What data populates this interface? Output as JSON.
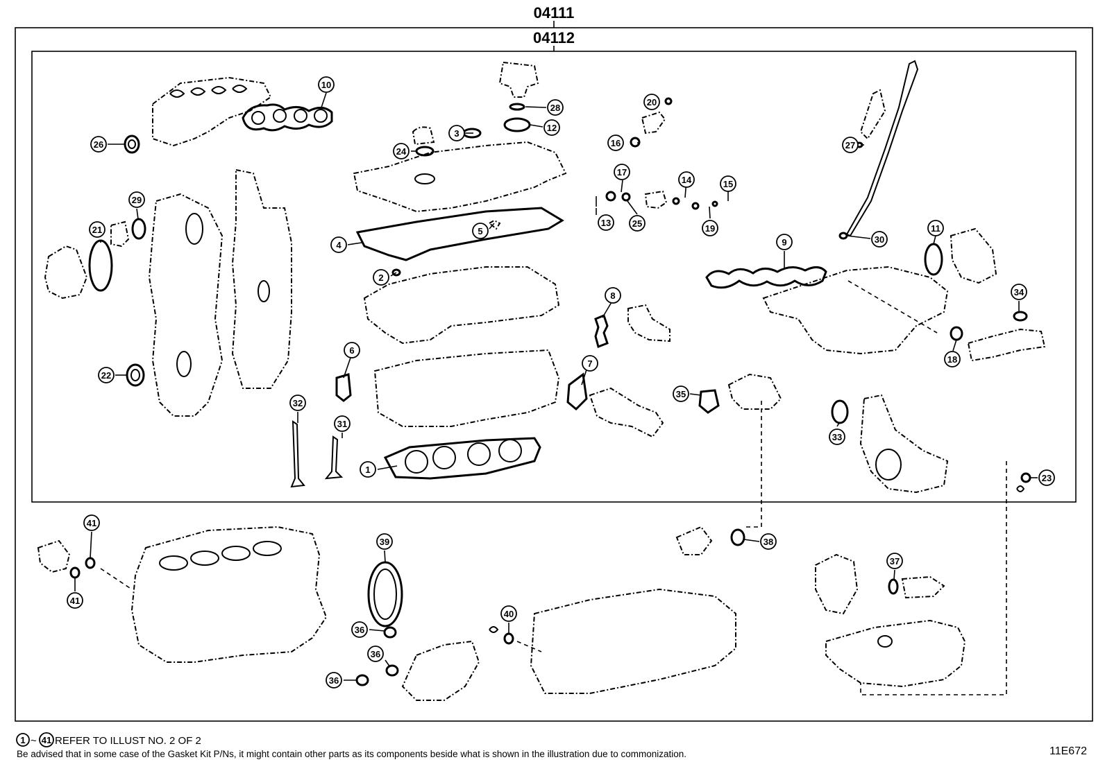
{
  "diagram": {
    "kit_number_outer": "04111",
    "kit_number_inner": "04112",
    "footer_range_start": "1",
    "footer_range_end": "41",
    "footer_tilde": "~",
    "footer_reference": "REFER TO ILLUST NO. 2 OF 2",
    "footer_note": "Be advised that in some case of the Gasket Kit P/Ns,  it might contain other parts as its components beside what is shown in the illustration due to commonization.",
    "illustration_code": "11E672"
  },
  "callouts": [
    {
      "id": "c1",
      "label": "1"
    },
    {
      "id": "c2",
      "label": "2"
    },
    {
      "id": "c3",
      "label": "3"
    },
    {
      "id": "c4",
      "label": "4"
    },
    {
      "id": "c5",
      "label": "5"
    },
    {
      "id": "c6",
      "label": "6"
    },
    {
      "id": "c7",
      "label": "7"
    },
    {
      "id": "c8",
      "label": "8"
    },
    {
      "id": "c9",
      "label": "9"
    },
    {
      "id": "c10",
      "label": "10"
    },
    {
      "id": "c11",
      "label": "11"
    },
    {
      "id": "c12",
      "label": "12"
    },
    {
      "id": "c13",
      "label": "13"
    },
    {
      "id": "c14",
      "label": "14"
    },
    {
      "id": "c15",
      "label": "15"
    },
    {
      "id": "c16",
      "label": "16"
    },
    {
      "id": "c17",
      "label": "17"
    },
    {
      "id": "c18",
      "label": "18"
    },
    {
      "id": "c19",
      "label": "19"
    },
    {
      "id": "c20",
      "label": "20"
    },
    {
      "id": "c21",
      "label": "21"
    },
    {
      "id": "c22",
      "label": "22"
    },
    {
      "id": "c23",
      "label": "23"
    },
    {
      "id": "c24",
      "label": "24"
    },
    {
      "id": "c25",
      "label": "25"
    },
    {
      "id": "c26",
      "label": "26"
    },
    {
      "id": "c27",
      "label": "27"
    },
    {
      "id": "c28",
      "label": "28"
    },
    {
      "id": "c29",
      "label": "29"
    },
    {
      "id": "c30",
      "label": "30"
    },
    {
      "id": "c31",
      "label": "31"
    },
    {
      "id": "c32",
      "label": "32"
    },
    {
      "id": "c33",
      "label": "33"
    },
    {
      "id": "c34",
      "label": "34"
    },
    {
      "id": "c35",
      "label": "35"
    },
    {
      "id": "c36a",
      "label": "36"
    },
    {
      "id": "c36b",
      "label": "36"
    },
    {
      "id": "c36c",
      "label": "36"
    },
    {
      "id": "c37",
      "label": "37"
    },
    {
      "id": "c38",
      "label": "38"
    },
    {
      "id": "c39",
      "label": "39"
    },
    {
      "id": "c40",
      "label": "40"
    },
    {
      "id": "c41a",
      "label": "41"
    },
    {
      "id": "c41b",
      "label": "41"
    }
  ]
}
